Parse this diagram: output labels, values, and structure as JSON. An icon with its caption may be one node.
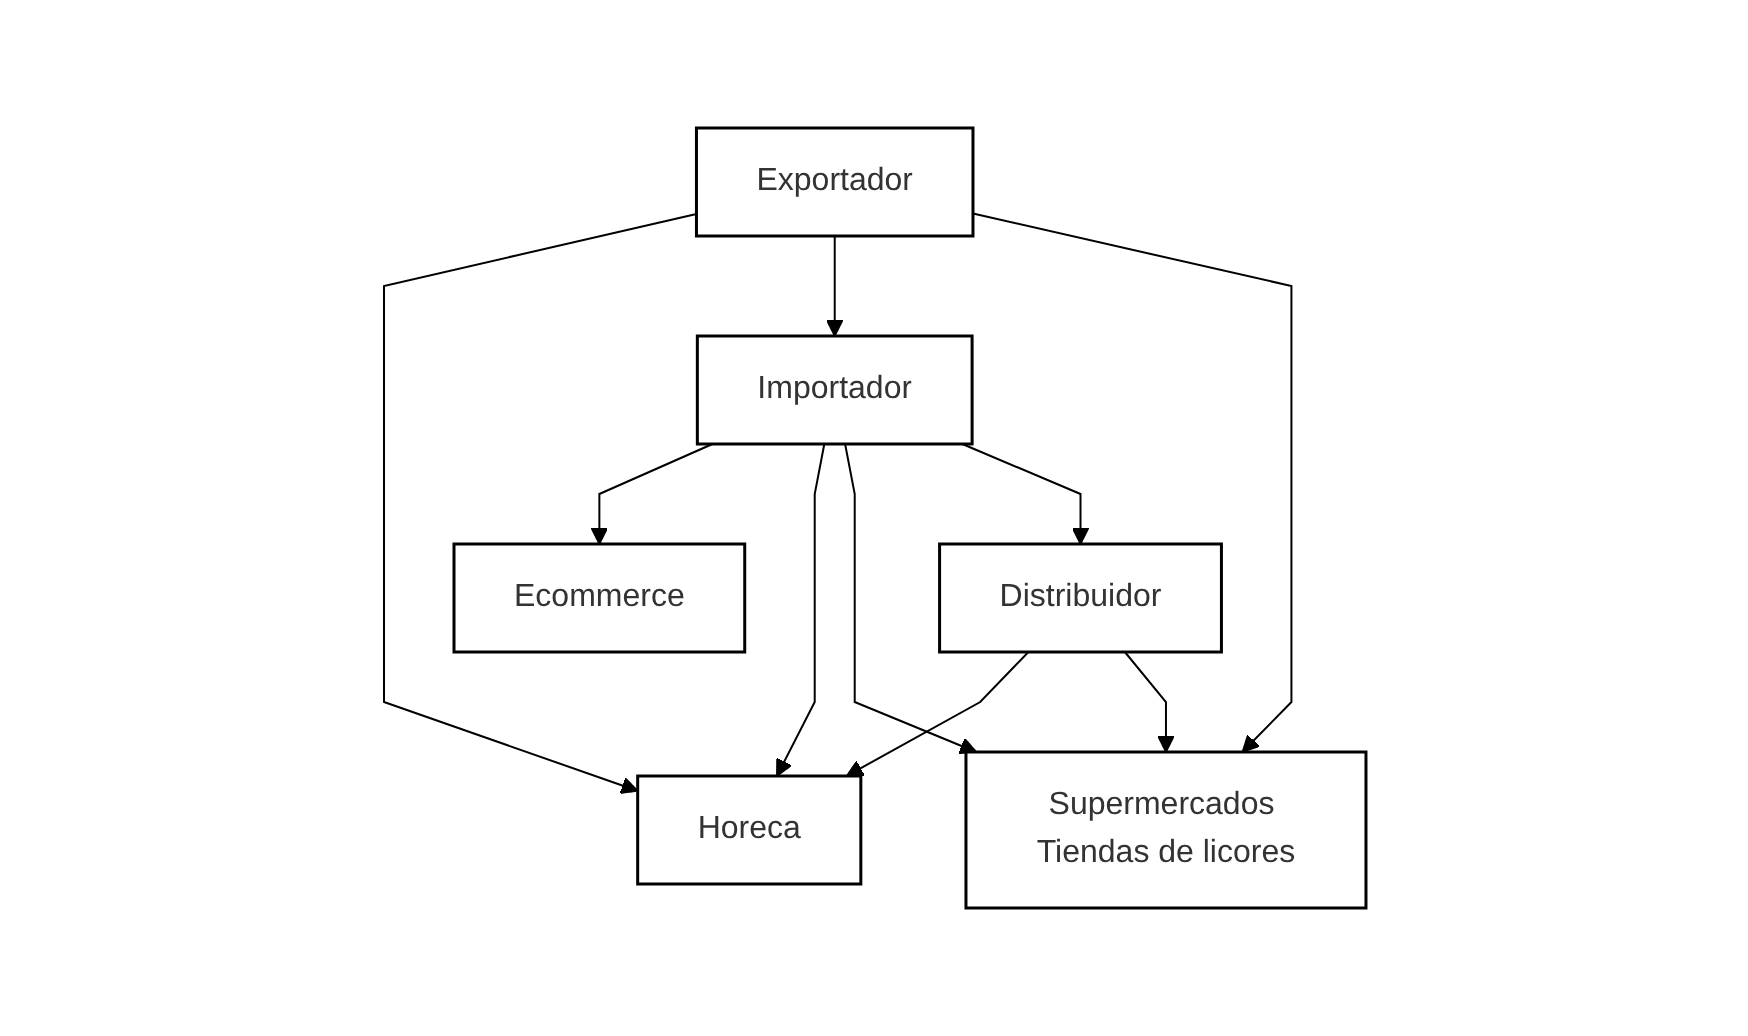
{
  "diagram": {
    "nodes": [
      {
        "text": [
          "Exportador"
        ]
      },
      {
        "text": [
          "Importador"
        ]
      },
      {
        "text": [
          "Ecommerce"
        ]
      },
      {
        "text": [
          "Distribuidor"
        ]
      },
      {
        "text": [
          "Horeca"
        ]
      },
      {
        "text": [
          "Supermercados Tiendas de licores"
        ]
      }
    ],
    "edges": [
      {
        "from": 0,
        "to": 4,
        "arrow": "to"
      },
      {
        "from": 0,
        "to": 1,
        "arrow": "to"
      },
      {
        "from": 0,
        "to": 5,
        "arrow": "to"
      },
      {
        "from": 1,
        "to": 2,
        "arrow": "to"
      },
      {
        "from": 1,
        "to": 4,
        "arrow": "to"
      },
      {
        "from": 1,
        "to": 5,
        "arrow": "to"
      },
      {
        "from": 1,
        "to": 3,
        "arrow": "to"
      },
      {
        "from": 3,
        "to": 4,
        "arrow": "to"
      },
      {
        "from": 3,
        "to": 5,
        "arrow": "to"
      }
    ]
  }
}
